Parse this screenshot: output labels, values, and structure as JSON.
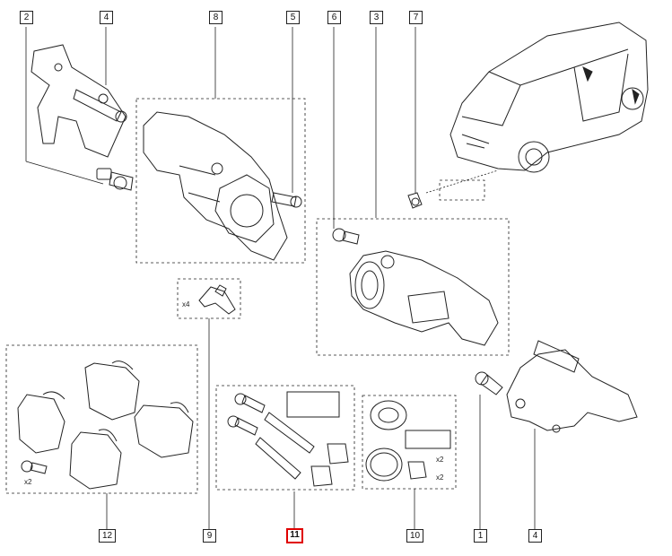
{
  "diagram": {
    "callouts": {
      "c2": "2",
      "c4_top": "4",
      "c8": "8",
      "c5": "5",
      "c6": "6",
      "c3": "3",
      "c7": "7",
      "c12": "12",
      "c9": "9",
      "c11": "11",
      "c10": "10",
      "c1": "1",
      "c4_bottom": "4"
    },
    "quantities": {
      "pad_clips": "x4",
      "pad_bolts": "x2",
      "seal_kit_paste": "x2",
      "seal_kit_boots": "x2"
    },
    "highlighted_callout": "11",
    "colors": {
      "lines": "#222222",
      "highlight": "#e00000",
      "background": "#ffffff"
    }
  }
}
